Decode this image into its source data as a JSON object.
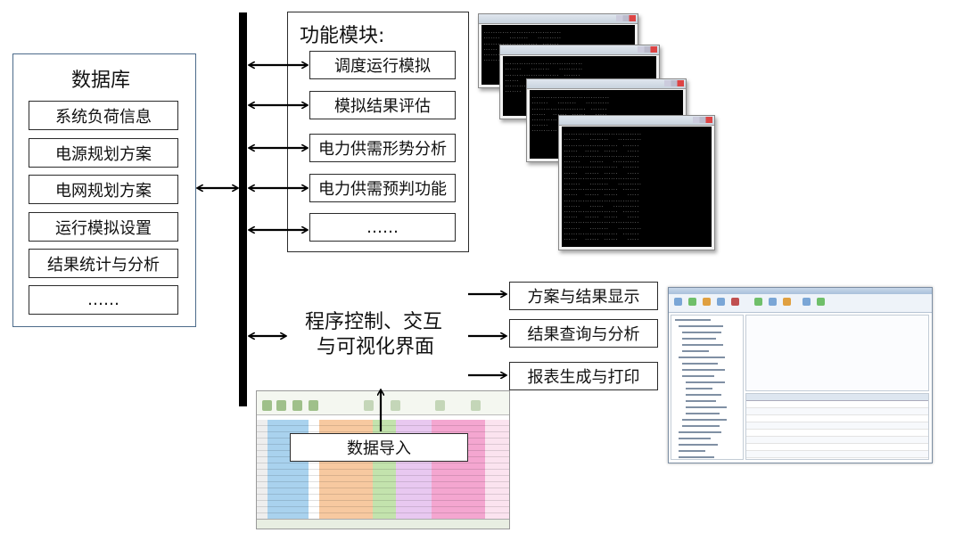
{
  "database": {
    "title": "数据库",
    "items": [
      "系统负荷信息",
      "电源规划方案",
      "电网规划方案",
      "运行模拟设置",
      "结果统计与分析",
      "……"
    ]
  },
  "modules": {
    "title": "功能模块:",
    "items": [
      "调度运行模拟",
      "模拟结果评估",
      "电力供需形势分析",
      "电力供需预判功能",
      "……"
    ]
  },
  "control": {
    "line1": "程序控制、交互",
    "line2": "与可视化界面"
  },
  "outputs": [
    "方案与结果显示",
    "结果查询与分析",
    "报表生成与打印"
  ],
  "data_import": "数据导入",
  "colors": {
    "bus": "#000000",
    "db_border": "#4c6b8a",
    "sheet_blue": "#a9d2ee",
    "sheet_orange": "#f7c9a0",
    "sheet_pink": "#f4a6d0",
    "sheet_green": "#c3e3ad"
  }
}
